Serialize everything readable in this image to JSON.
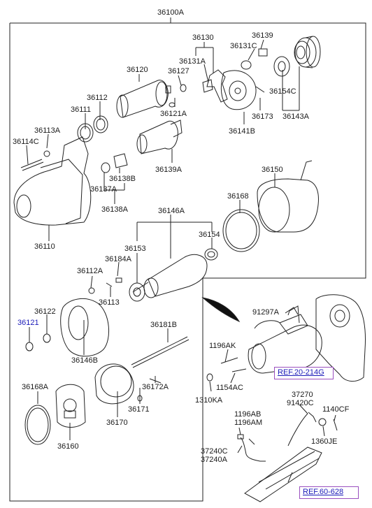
{
  "assembly_label": "36100A",
  "colors": {
    "link": "#1a1ab8",
    "ref_box": "#9a4fbf",
    "line": "#222222"
  },
  "labels": {
    "p36130": "36130",
    "p36139": "36139",
    "p36131c": "36131C",
    "p36131a": "36131A",
    "p36120": "36120",
    "p36127": "36127",
    "p36112": "36112",
    "p36111": "36111",
    "p36154c": "36154C",
    "p36121a": "36121A",
    "p36173": "36173",
    "p36143a": "36143A",
    "p36141b": "36141B",
    "p36113a": "36113A",
    "p36114c": "36114C",
    "p36150": "36150",
    "p36139a": "36139A",
    "p36138b": "36138B",
    "p36137a": "36137A",
    "p36138a": "36138A",
    "p36168": "36168",
    "p36146a": "36146A",
    "p36110": "36110",
    "p36154": "36154",
    "p36153": "36153",
    "p36184a": "36184A",
    "p36112a": "36112A",
    "p36113": "36113",
    "p91297a": "91297A",
    "p36122": "36122",
    "p36121": "36121",
    "p36181b": "36181B",
    "p1196ak": "1196AK",
    "p36146b": "36146B",
    "p1154ac": "1154AC",
    "p36168a": "36168A",
    "p36172a": "36172A",
    "p1310ka": "1310KA",
    "p37270": "37270",
    "p91420c": "91420C",
    "p1196ab": "1196AB",
    "p1196am": "1196AM",
    "p1140cf": "1140CF",
    "p36171": "36171",
    "p36170": "36170",
    "p36160": "36160",
    "p1360je": "1360JE",
    "p37240c": "37240C",
    "p37240a": "37240A"
  },
  "refs": {
    "ref_20_214g": "REF.20-214G",
    "ref_60_628": "REF.60-628"
  }
}
